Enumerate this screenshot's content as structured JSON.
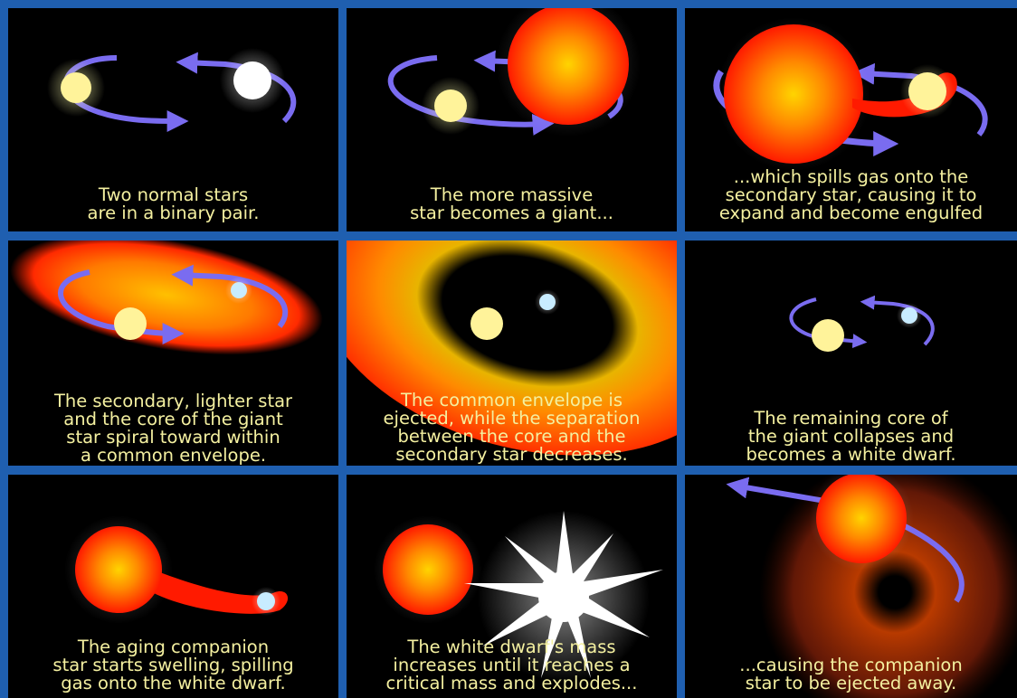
{
  "panels": [
    {
      "lines": [
        "Two normal stars",
        "are in a binary pair."
      ]
    },
    {
      "lines": [
        "The more massive",
        "star becomes a giant..."
      ]
    },
    {
      "lines": [
        "...which spills gas onto the",
        "secondary star, causing it to",
        "expand and become engulfed"
      ]
    },
    {
      "lines": [
        "The secondary, lighter star",
        "and the core of the giant",
        "star spiral toward within",
        "a common envelope."
      ]
    },
    {
      "lines": [
        "The common envelope is",
        "ejected, while the separation",
        "between the core and the",
        "secondary star decreases."
      ]
    },
    {
      "lines": [
        "The remaining core of",
        "the giant collapses and",
        "becomes a white dwarf."
      ]
    },
    {
      "lines": [
        "The aging companion",
        "star starts swelling, spilling",
        "gas onto the white dwarf."
      ]
    },
    {
      "lines": [
        "The white dwarf's mass",
        "increases until it reaches a",
        "critical mass and explodes..."
      ]
    },
    {
      "lines": [
        "...causing the companion",
        "star to be ejected away."
      ]
    }
  ]
}
